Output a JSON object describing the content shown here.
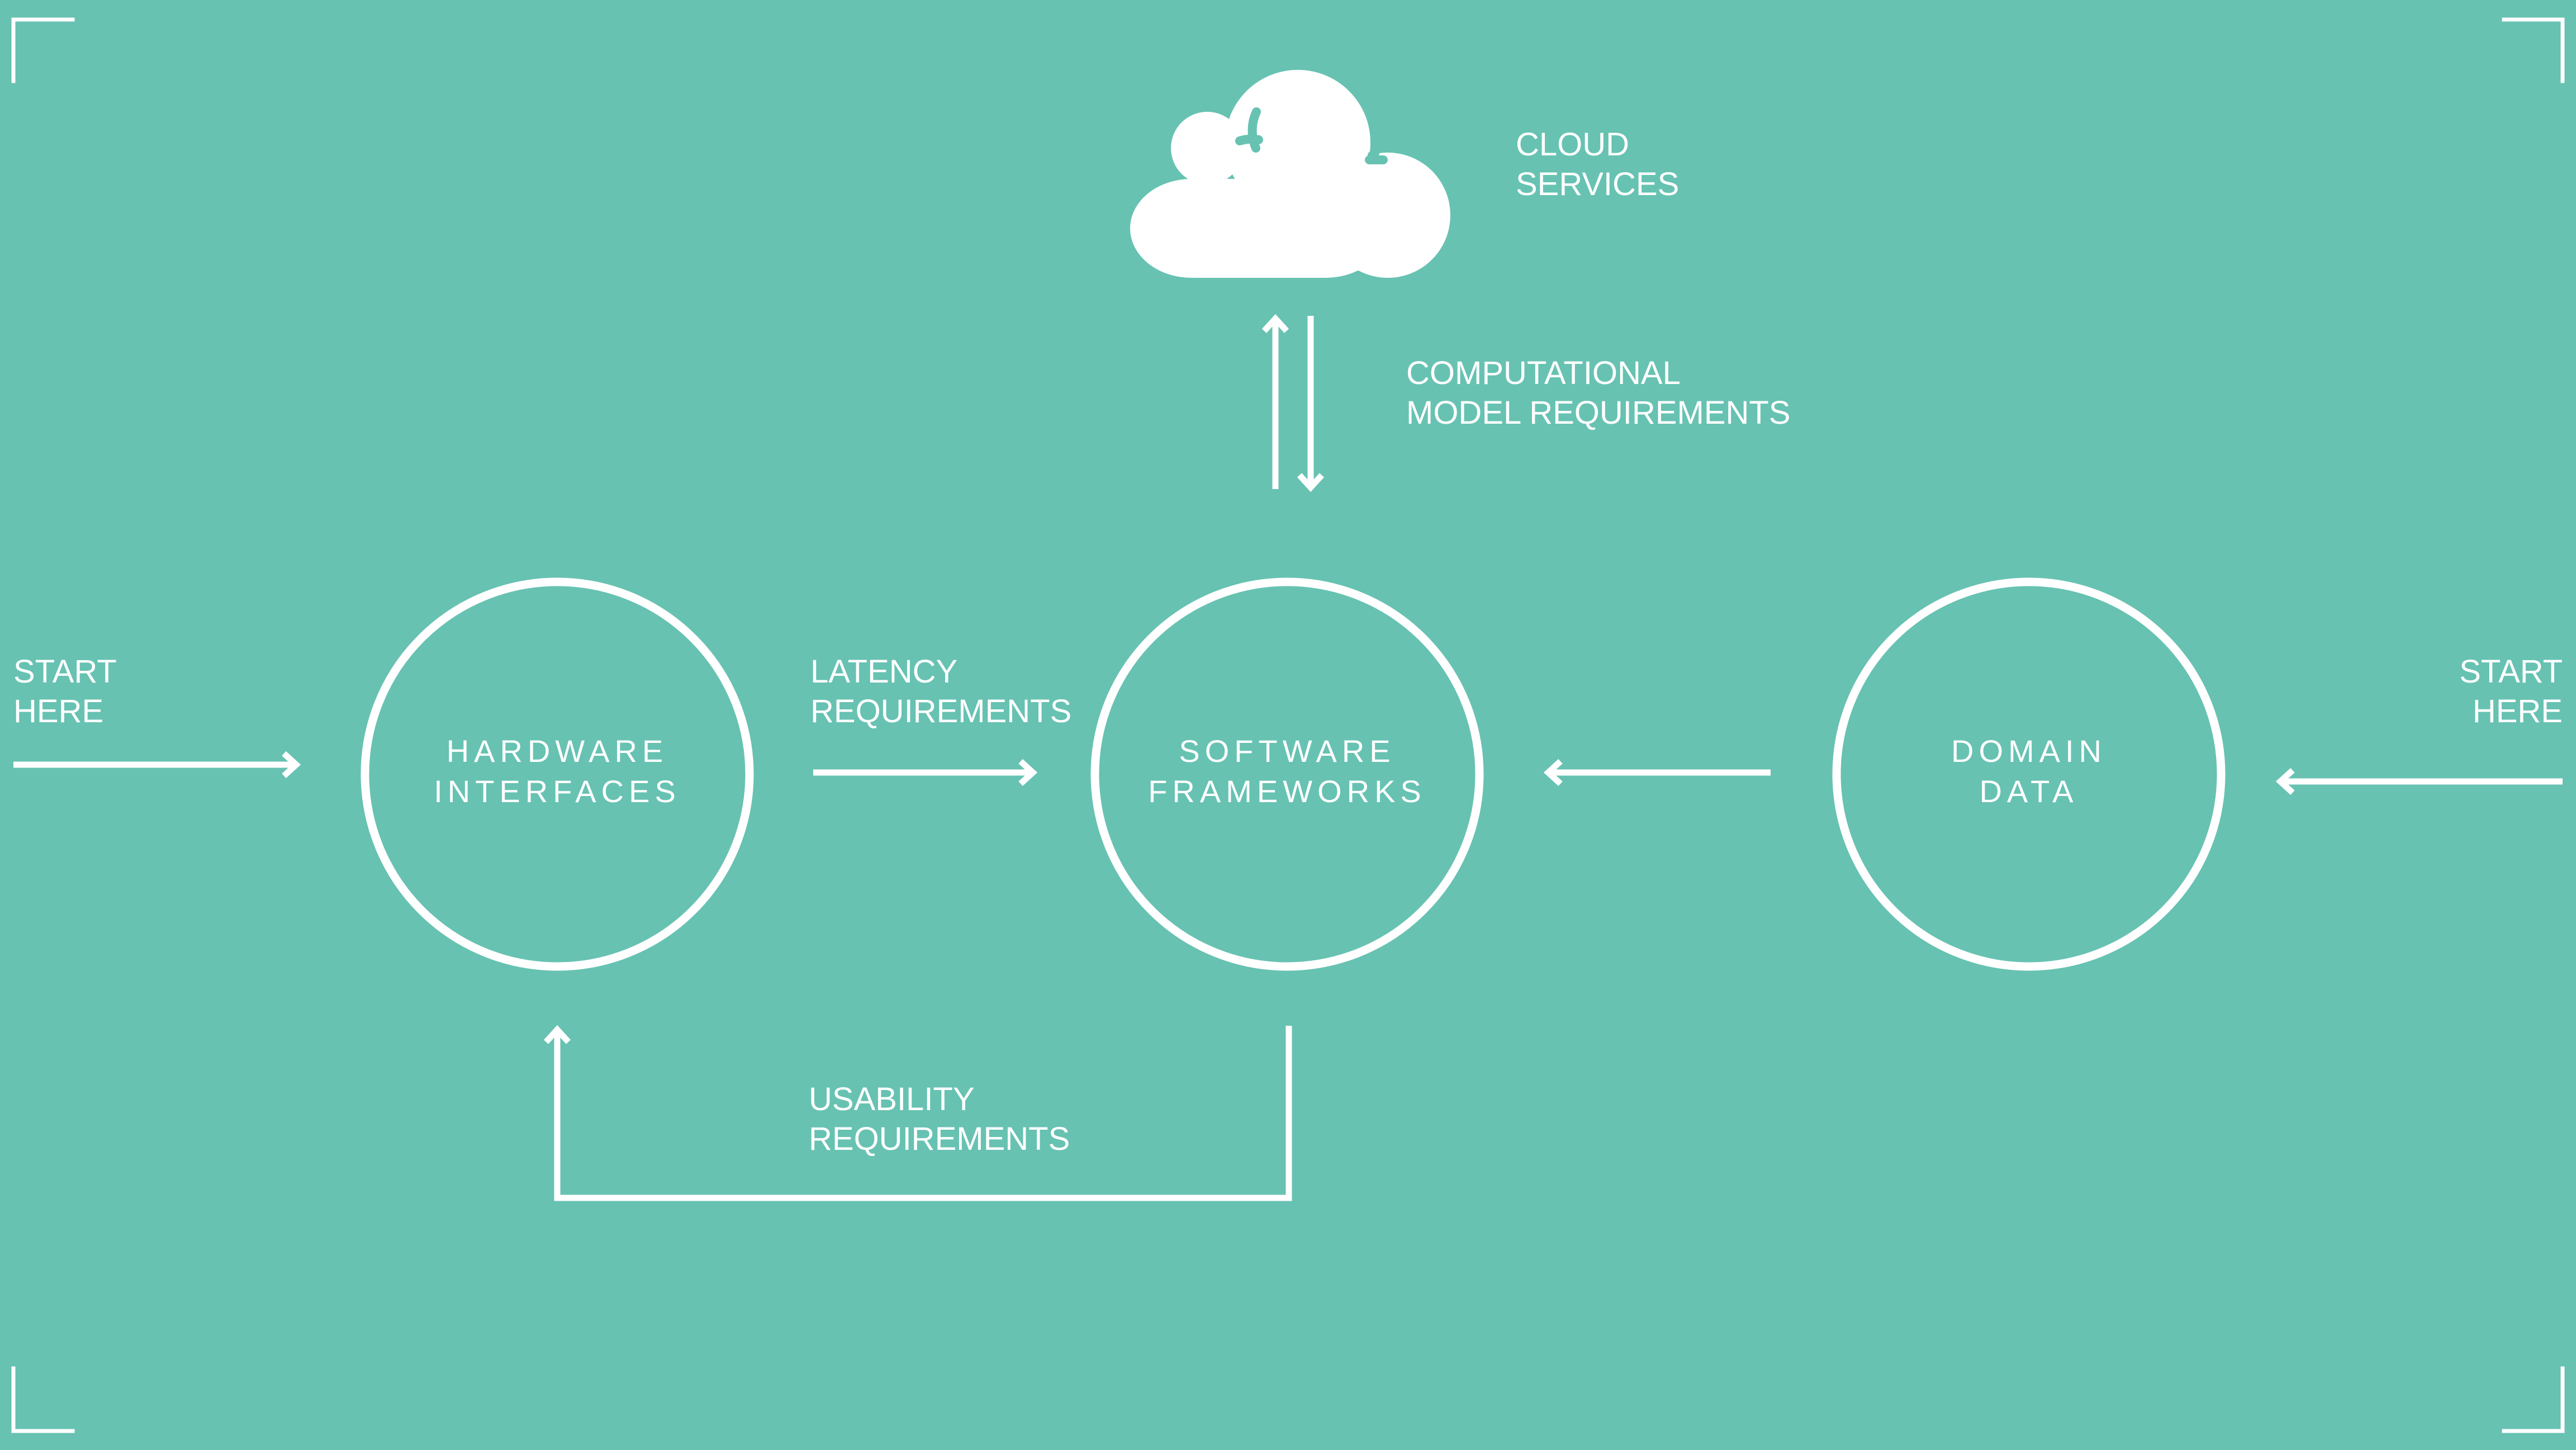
{
  "background_color": "#67c2b2",
  "foreground_color": "#ffffff",
  "nodes": {
    "hardware": {
      "line1": "HARDWARE",
      "line2": "INTERFACES"
    },
    "software": {
      "line1": "SOFTWARE",
      "line2": "FRAMEWORKS"
    },
    "domain": {
      "line1": "DOMAIN",
      "line2": "DATA"
    },
    "cloud": {
      "line1": "CLOUD",
      "line2": "SERVICES",
      "icon": "cloud-icon"
    }
  },
  "edges": {
    "start_left": {
      "line1": "START",
      "line2": "HERE"
    },
    "start_right": {
      "line1": "START",
      "line2": "HERE"
    },
    "latency": {
      "line1": "LATENCY",
      "line2": "REQUIREMENTS"
    },
    "computational": {
      "line1": "COMPUTATIONAL",
      "line2": "MODEL REQUIREMENTS"
    },
    "usability": {
      "line1": "USABILITY",
      "line2": "REQUIREMENTS"
    }
  }
}
